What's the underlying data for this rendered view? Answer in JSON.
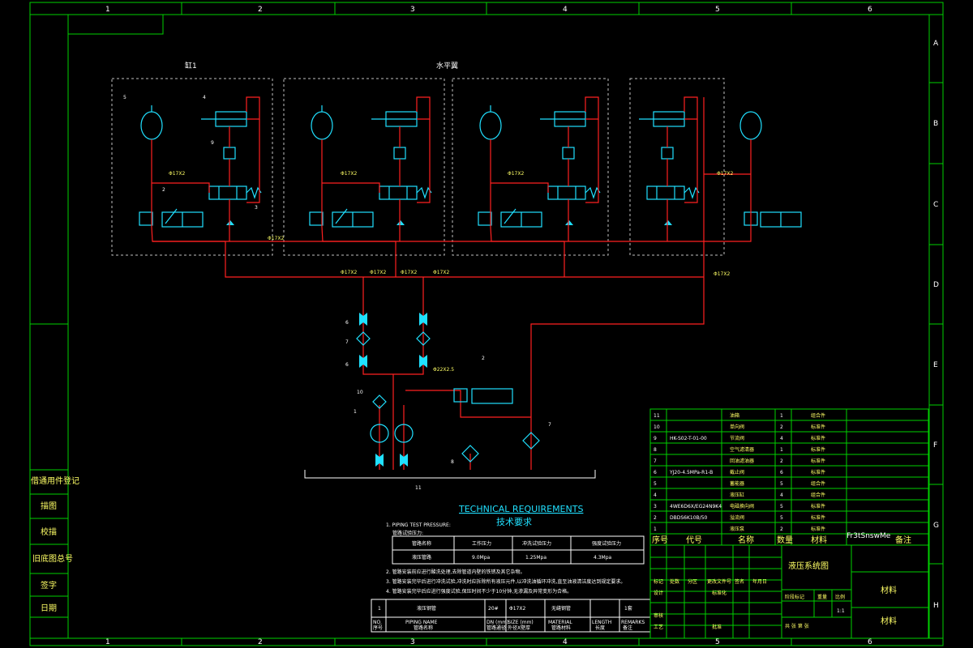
{
  "frame": {
    "columns": [
      "1",
      "2",
      "3",
      "4",
      "5",
      "6"
    ],
    "rows": [
      "A",
      "B",
      "C",
      "D",
      "E",
      "F",
      "G",
      "H"
    ]
  },
  "labels": {
    "group_left": "缸1",
    "group_center": "水平翼",
    "pipe_a": "Φ17X2",
    "pipe_b": "Φ22X2.5"
  },
  "callouts": [
    "5",
    "4",
    "9",
    "2",
    "3",
    "6",
    "7",
    "8",
    "10",
    "1",
    "11"
  ],
  "tech": {
    "title_en": "TECHNICAL REQUIREMENTS",
    "title_cn": "技术要求",
    "note_1_head": "1. PIPING TEST PRESSURE:",
    "note_1_sub": "管路试验压力:",
    "pressure_headers": [
      "管路名称",
      "工作压力",
      "冲洗试验压力",
      "强度试验压力"
    ],
    "pressure_row": [
      "液压管路",
      "9.0Mpa",
      "1.25Mpa",
      "4.3Mpa"
    ],
    "notes": [
      "2. 管路安装前应进行酸洗处理,去除管道内壁的铁锈及其它杂物。",
      "3. 管路安装完毕后进行冲洗试验,冲洗时应拆除所有液压元件,以冲洗油循环冲洗,直至油液清洁度达到规定要求。",
      "4. 管路安装完毕后应进行强度试验,保压时间不少于10分钟,无渗漏及异常变形为合格。"
    ],
    "pipe_row": [
      "1",
      "液压钢管",
      "20#",
      "Φ17X2",
      "无缝钢管",
      "1套"
    ],
    "pipe_header_en": [
      "NO.",
      "PIPING NAME",
      "DN (mm)",
      "SIZE (mm)",
      "MATERIAL",
      "LENGTH",
      "REMARKS"
    ],
    "pipe_header_cn": [
      "序号",
      "管路名称",
      "管路通径",
      "外径X壁厚",
      "管路材料",
      "长度",
      "备注"
    ]
  },
  "bom": {
    "header": [
      "序号",
      "代号",
      "名称",
      "数量",
      "材料",
      "备注"
    ],
    "stamp": "Fr3tSnswMe",
    "rows": [
      [
        "11",
        "",
        "油箱",
        "1",
        "组合件"
      ],
      [
        "10",
        "",
        "单向阀",
        "2",
        "标准件"
      ],
      [
        "9",
        "HK-S02-T-01-00",
        "节流阀",
        "4",
        "标准件"
      ],
      [
        "8",
        "",
        "空气滤清器",
        "1",
        "标准件"
      ],
      [
        "7",
        "",
        "回油滤油器",
        "2",
        "标准件"
      ],
      [
        "6",
        "YJ20-4.5MPa-R1-B",
        "截止阀",
        "6",
        "标准件"
      ],
      [
        "5",
        "",
        "蓄能器",
        "5",
        "组合件"
      ],
      [
        "4",
        "",
        "液压缸",
        "4",
        "组合件"
      ],
      [
        "3",
        "4WE6D6X/EG24N9K4",
        "电磁换向阀",
        "5",
        "标准件"
      ],
      [
        "2",
        "DBDS6K10B/50",
        "溢流阀",
        "5",
        "标准件"
      ],
      [
        "1",
        "",
        "液压泵",
        "2",
        "标准件"
      ]
    ]
  },
  "title_block": {
    "drawing_title": "液压系统图",
    "material": "材料",
    "labels": [
      "标记",
      "处数",
      "分区",
      "更改文件号",
      "签名",
      "年月日",
      "设计",
      "标准化",
      "审核",
      "工艺",
      "批准"
    ],
    "stage": "阶段标记",
    "weight": "重量",
    "scale": "比例",
    "scale_value": "1:1",
    "sheets": "共  张  第  张"
  },
  "left_strip": [
    "借通用件登记",
    "描图",
    "校描",
    "旧底图总号",
    "签字",
    "日期"
  ]
}
